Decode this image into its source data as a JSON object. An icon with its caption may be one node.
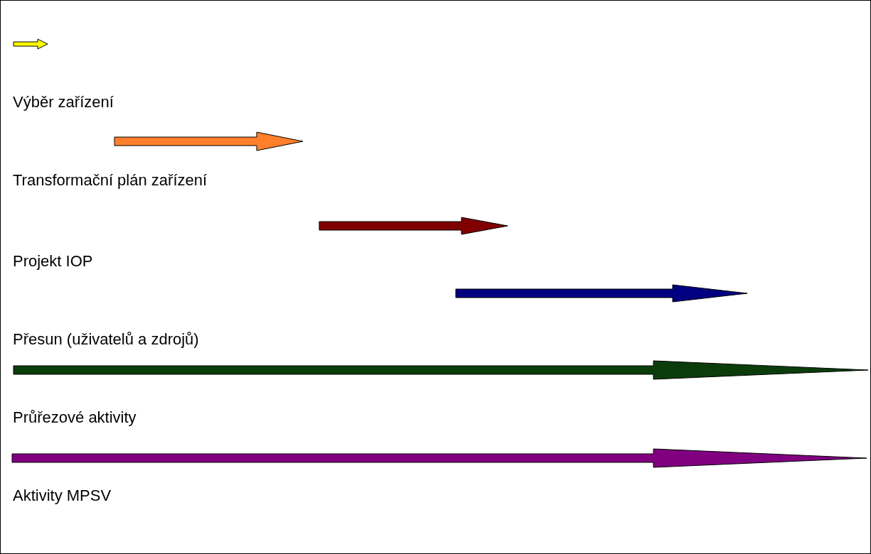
{
  "diagram": {
    "labels": [
      "Výběr zařízení",
      "Transformační plán zařízení",
      "Projekt IOP",
      "Přesun (uživatelů a zdrojů)",
      "Průřezové aktivity",
      "Aktivity MPSV"
    ]
  }
}
